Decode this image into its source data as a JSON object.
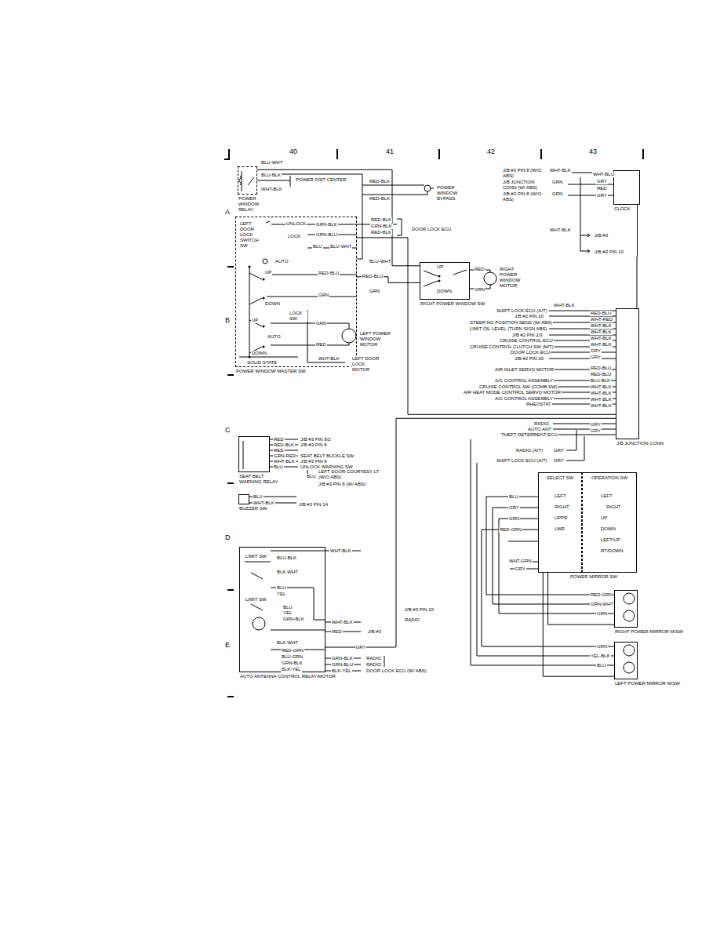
{
  "diagram": {
    "nodes": [
      {
        "text": [
          "POWER WINDOW RELAY"
        ]
      },
      {
        "text": [
          "POWER WINDOW MASTER SW"
        ]
      },
      {
        "text": [
          "RIGHT POWER WINDOW SW"
        ]
      },
      {
        "text": [
          "CLOCK"
        ]
      },
      {
        "text": [
          "J/B JUNCTION CONN"
        ]
      },
      {
        "text": [
          "SEAT BELT WARNING RELAY"
        ]
      },
      {
        "text": [
          "BUZZER SW"
        ]
      },
      {
        "text": [
          "POWER MIRROR SW"
        ]
      },
      {
        "text": [
          "SELECT SW"
        ],
        "in": 7
      },
      {
        "text": [
          "OPERATION SW"
        ],
        "in": 7
      },
      {
        "text": [
          "RIGHT POWER MIRROR M/SW"
        ]
      },
      {
        "text": [
          "LEFT POWER MIRROR M/SW"
        ]
      },
      {
        "text": [
          "AUTO ANTENNA CONTROL RELAY/MOTOR"
        ]
      }
    ],
    "edges": [
      {
        "from": 0,
        "to": 2,
        "arrow": "none"
      },
      {
        "from": 1,
        "to": 2,
        "label": "RED-BLU",
        "arrow": "none"
      },
      {
        "from": 3,
        "to": 4,
        "arrow": "none"
      },
      {
        "from": 7,
        "to": 10,
        "arrow": "none"
      },
      {
        "from": 7,
        "to": 11,
        "arrow": "none"
      },
      {
        "from": 12,
        "to": 4,
        "label": "GRY",
        "arrow": "none"
      },
      {
        "from": 1,
        "to": 4,
        "arrow": "none"
      }
    ],
    "labels": [
      "40",
      "41",
      "42",
      "43",
      "A",
      "B",
      "C",
      "D",
      "E",
      "BLU-WHT",
      "BLU-BLK",
      "WHT-BLK",
      "POWER DIST CENTER",
      "RED-BLK",
      "POWER WINDOW BYPASS",
      "RED-BLK",
      "LEFT DOOR LOCK SWITCH SW",
      "UNLOCK",
      "LOCK",
      "GRN-BLK",
      "GRN-BLU",
      "BLU",
      "BLU-WHT",
      "RED-BLK",
      "GRN-BLK",
      "RED-BLK",
      "DOOR LOCK ECU",
      "AUTO",
      "UP",
      "DOWN",
      "RED-BLU",
      "GRN",
      "LOCK SW",
      "UP",
      "AUTO",
      "DOWN",
      "GRN",
      "RED",
      "LEFT POWER WINDOW MOTOR",
      "WHT-BLK",
      "LEFT DOOR LOCK MOTOR",
      "SOLID STATE",
      "BLU-WHT",
      "GRN",
      "UP",
      "DOWN",
      "RED",
      "GRN",
      "RIGHT POWER WINDOW MOTOR",
      "J/B #3 PIN 8 (W/O ABS)",
      "WHT-BLK",
      "J/B JUNCTION CONN (W/ ABS)",
      "J/B #3 PIN 8 (W/O ABS)",
      "GRN",
      "GRN",
      "WHT-BLU",
      "GRY",
      "RED",
      "GRY",
      "WHT-BLK",
      "J/B #3",
      "J/B #3 PIN 10",
      "SHIFT LOCK ECU (A/T)",
      "J/B #2 PIN 20",
      "STEER NO POSITION SENS (W/ ABS)",
      "LIMIT OIL LEVEL (TURN SIGN ABS)",
      "J/B #2 PIN 2/3",
      "CRUISE CONTROL ECU",
      "CRUISE CONTROL CLUTCH SW (M/T)",
      "DOOR LOCK ECU",
      "J/B #2 PIN 20",
      "AIR INLET SERVO MOTOR",
      "A/C CONTROL ASSEMBLY",
      "CRUISE CONTROL SW (COMB SW)",
      "AIR HEAT MODE CONTROL SERVO MOTOR",
      "A/C CONTROL ASSEMBLY",
      "RHEOSTAT",
      "WHT-BLK",
      "RED-BLU",
      "WHT-RED",
      "WHT-BLK",
      "WHT-BLK",
      "WHT-BLK",
      "WHT-BLK",
      "GRY",
      "GRY",
      "RED-BLU",
      "RED-BLU",
      "BLU-BLK",
      "WHT-BLK",
      "WHT-BLK",
      "WHT-BLK",
      "WHT-BLK",
      "GRY",
      "GRY",
      "RADIO",
      "AUTO ANT",
      "THEFT DETERRENT ECU",
      "RADIO (A/T)",
      "GRY",
      "SHIFT LOCK ECU (A/T)",
      "GRY",
      "LEFT",
      "RIGHT",
      "UPPR",
      "LWR",
      "LEFT",
      "RIGHT",
      "UP",
      "DOWN",
      "LEFT/UP",
      "RT/DOWN",
      "BLU",
      "GRY",
      "GRN",
      "RED-GRN",
      "WHT-GRN",
      "GRY",
      "RED-GRN",
      "GRN-WHT",
      "GRN",
      "GRN",
      "YEL-BLK",
      "BLU",
      "RED",
      "J/B #3 PIN 8/2",
      "RED-BLK",
      "J/B #3 PIN 8",
      "RED",
      "GRN-RED",
      "SEAT BELT BUCKLE SW",
      "WHT-BLK",
      "J/B #3 PIN 9",
      "BLU",
      "UNLOCK WARNING SW",
      "BLU",
      "LEFT DOOR COURTESY LT (W/O ABS)",
      "J/B #3 PIN 8 (W/ ABS)",
      "BLU",
      "WHT-BLK",
      "J/B #3 PIN 14",
      "LIMIT SW",
      "WHT-BLK",
      "BLU-BLK",
      "BLK-WHT",
      "LIMIT SW",
      "BLU",
      "YEL",
      "BLU",
      "YEL",
      "GRN-BLK",
      "WHT-BLK",
      "RED",
      "J/B #3",
      "BLK-WHT",
      "RED-GRN",
      "BLU-GRN",
      "GRN-BLK",
      "RADIO",
      "GRN-BLK",
      "GRN-BLU",
      "RADIO",
      "BLK-YEL",
      "BLK-YEL",
      "DOOR LOCK ECU (W/ ABS)",
      "J/B #3 PIN 20",
      "RADIO"
    ]
  }
}
